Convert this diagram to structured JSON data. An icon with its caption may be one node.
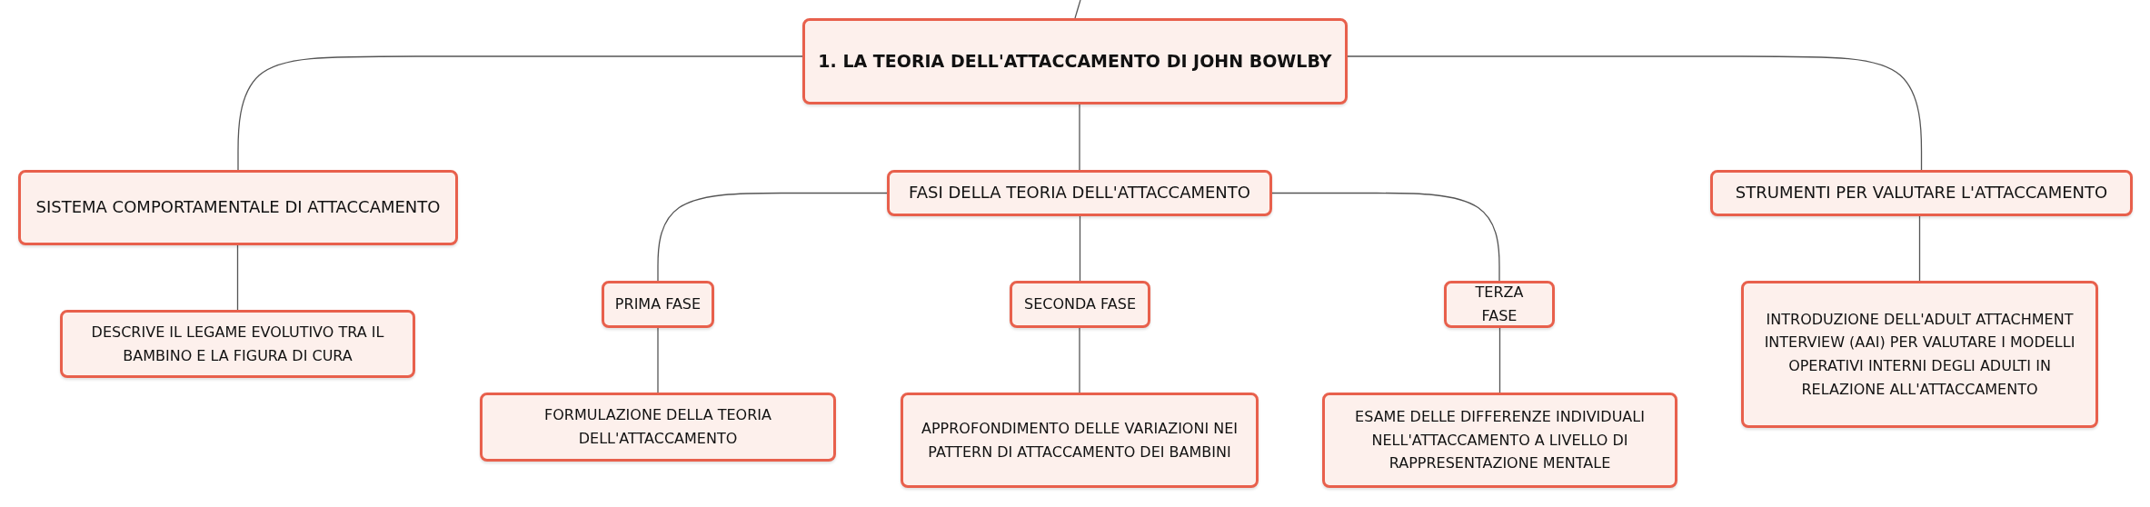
{
  "diagram": {
    "nodes": [
      {
        "text": [
          "1. LA TEORIA DELL'ATTACCAMENTO DI JOHN BOWLBY"
        ]
      },
      {
        "text": [
          "SISTEMA COMPORTAMENTALE DI ATTACCAMENTO"
        ]
      },
      {
        "text": [
          "FASI DELLA TEORIA DELL'ATTACCAMENTO"
        ]
      },
      {
        "text": [
          "STRUMENTI PER VALUTARE L'ATTACCAMENTO"
        ]
      },
      {
        "text": [
          "DESCRIVE IL LEGAME EVOLUTIVO TRA IL BAMBINO E LA FIGURA DI CURA"
        ]
      },
      {
        "text": [
          "PRIMA FASE"
        ]
      },
      {
        "text": [
          "SECONDA FASE"
        ]
      },
      {
        "text": [
          "TERZA FASE"
        ]
      },
      {
        "text": [
          "INTRODUZIONE DELL'ADULT ATTACHMENT INTERVIEW (AAI) PER VALUTARE I MODELLI OPERATIVI INTERNI DEGLI ADULTI IN RELAZIONE ALL'ATTACCAMENTO"
        ]
      },
      {
        "text": [
          "FORMULAZIONE DELLA TEORIA DELL'ATTACCAMENTO"
        ]
      },
      {
        "text": [
          "APPROFONDIMENTO DELLE VARIAZIONI NEI PATTERN DI ATTACCAMENTO DEI BAMBINI"
        ]
      },
      {
        "text": [
          "ESAME DELLE DIFFERENZE INDIVIDUALI NELL'ATTACCAMENTO A LIVELLO DI RAPPRESENTAZIONE MENTALE"
        ]
      }
    ],
    "edges": [
      {
        "from": null,
        "to": 0,
        "arrow": "none"
      },
      {
        "from": 0,
        "to": 1,
        "arrow": "none"
      },
      {
        "from": 0,
        "to": 2,
        "arrow": "none"
      },
      {
        "from": 0,
        "to": 3,
        "arrow": "none"
      },
      {
        "from": 1,
        "to": 4,
        "arrow": "none"
      },
      {
        "from": 2,
        "to": 5,
        "arrow": "none"
      },
      {
        "from": 2,
        "to": 6,
        "arrow": "none"
      },
      {
        "from": 2,
        "to": 7,
        "arrow": "none"
      },
      {
        "from": 3,
        "to": 8,
        "arrow": "none"
      },
      {
        "from": 5,
        "to": 9,
        "arrow": "none"
      },
      {
        "from": 6,
        "to": 10,
        "arrow": "none"
      },
      {
        "from": 7,
        "to": 11,
        "arrow": "none"
      }
    ]
  }
}
